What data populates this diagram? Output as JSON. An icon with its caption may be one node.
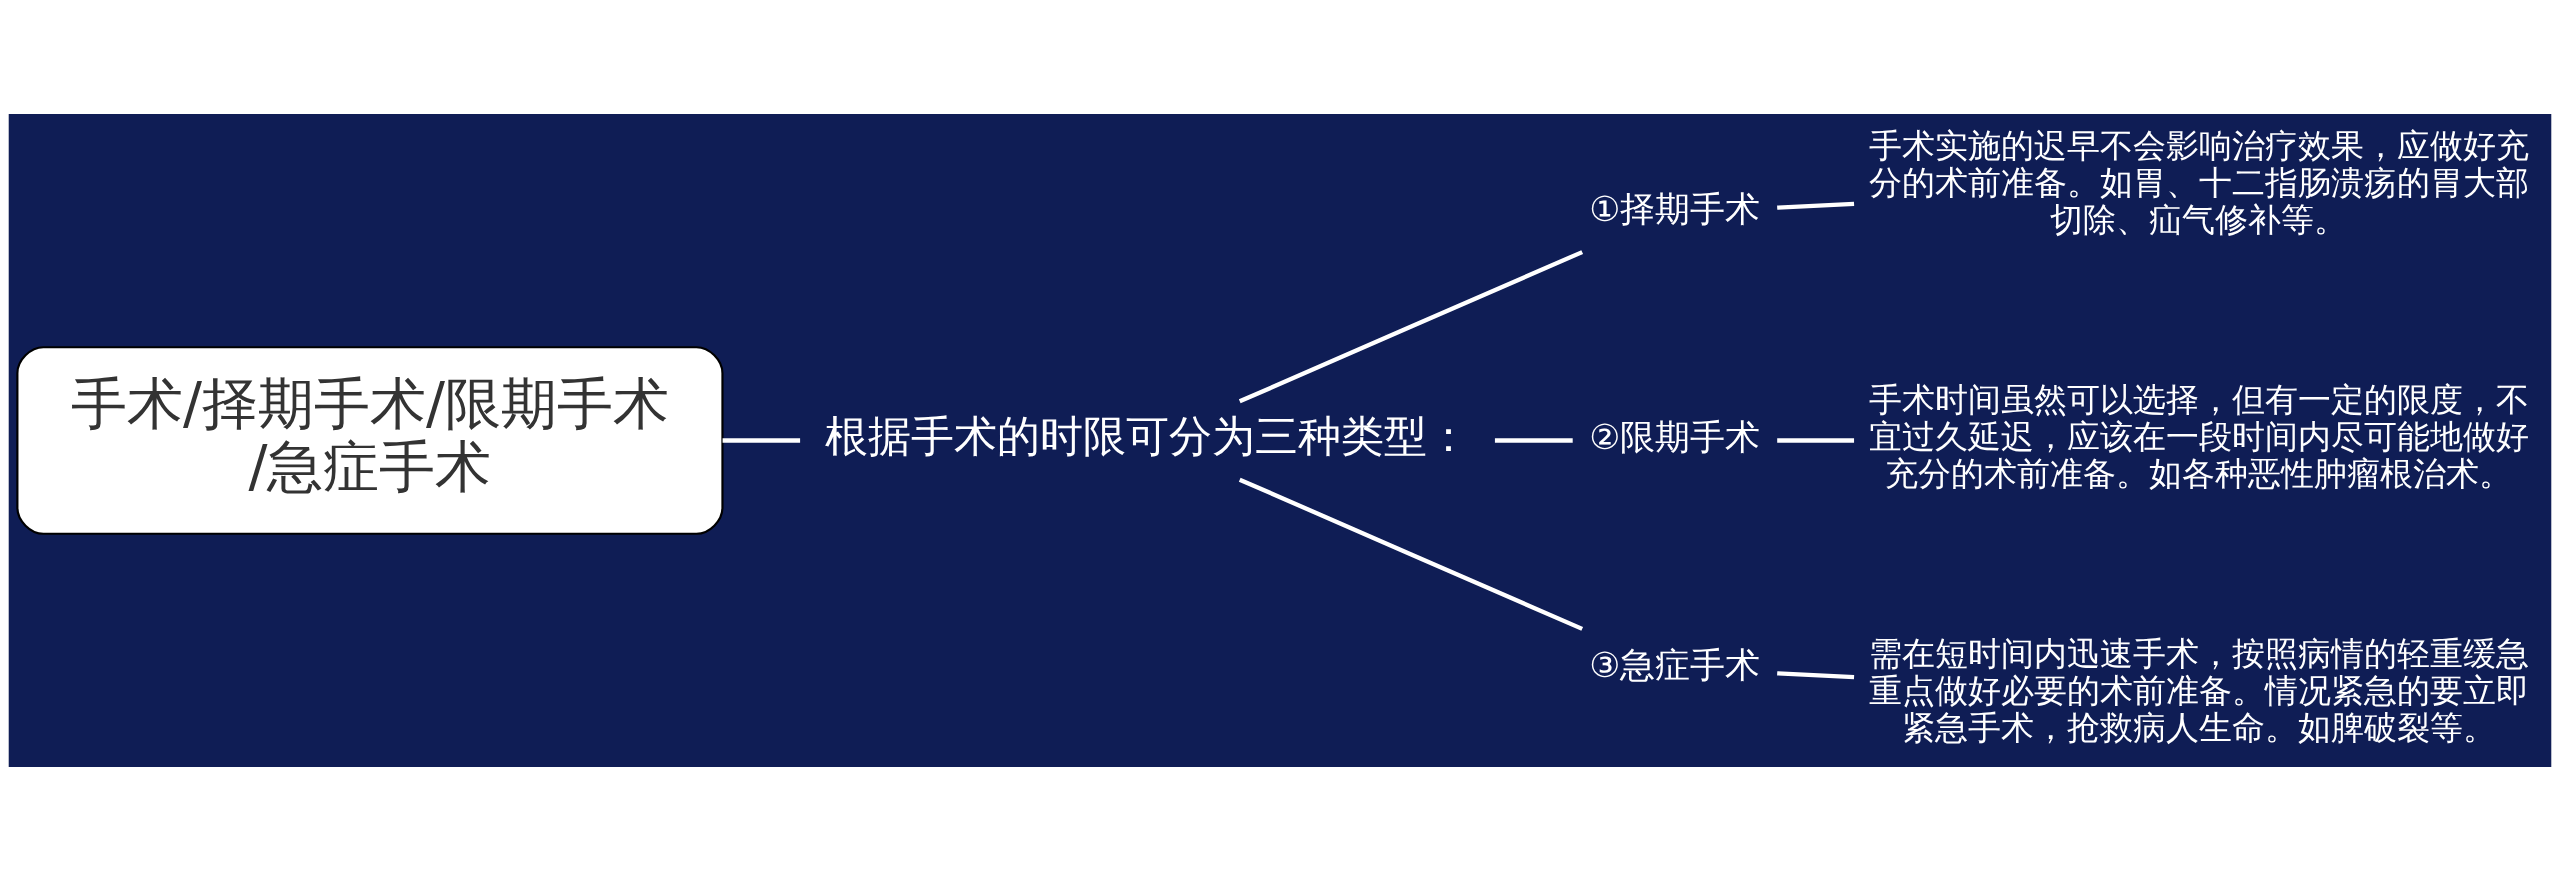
{
  "diagram": {
    "nodes": [
      {
        "text": [
          "手术/择期手术/限期手术/急症手术"
        ]
      },
      {
        "text": [
          "根据手术的时限可分为三种类型："
        ]
      },
      {
        "text": [
          "①择期手术"
        ]
      },
      {
        "text": [
          "②限期手术"
        ]
      },
      {
        "text": [
          "③急症手术"
        ]
      },
      {
        "text": [
          "手术实施的迟早不会影响治疗效果，应做好充分的术前准备。如胃、十二指肠溃疡的胃大部切除、疝气修补等。"
        ]
      },
      {
        "text": [
          "手术时间虽然可以选择，但有一定的限度，不宜过久延迟，应该在一段时间内尽可能地做好充分的术前准备。如各种恶性肿瘤根治术。"
        ]
      },
      {
        "text": [
          "需在短时间内迅速手术，按照病情的轻重缓急重点做好必要的术前准备。情况紧急的要立即紧急手术，抢救病人生命。如脾破裂等。"
        ]
      }
    ],
    "edges": [
      {
        "from": 0,
        "to": 1,
        "arrow": "none"
      },
      {
        "from": 1,
        "to": 2,
        "arrow": "none"
      },
      {
        "from": 1,
        "to": 3,
        "arrow": "none"
      },
      {
        "from": 1,
        "to": 4,
        "arrow": "none"
      },
      {
        "from": 2,
        "to": 5,
        "arrow": "none"
      },
      {
        "from": 3,
        "to": 6,
        "arrow": "none"
      },
      {
        "from": 4,
        "to": 7,
        "arrow": "none"
      }
    ]
  }
}
